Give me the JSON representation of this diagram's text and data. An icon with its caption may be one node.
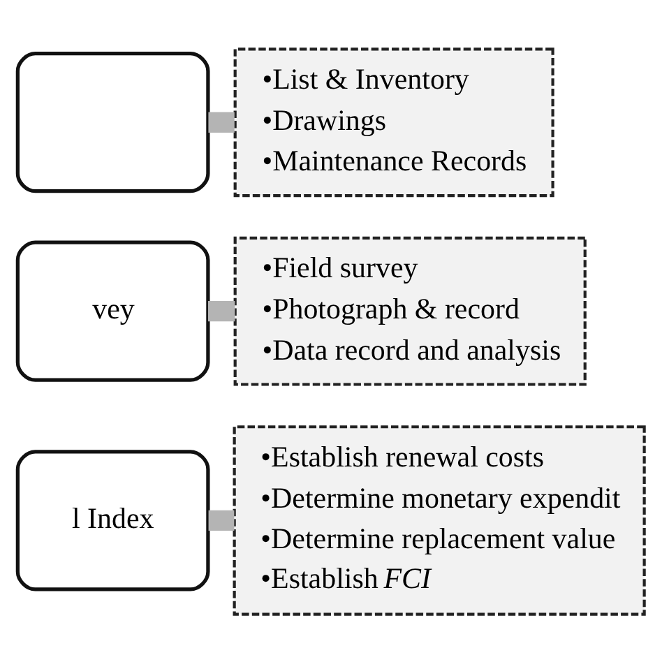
{
  "diagram": {
    "nodes": [
      {
        "text": [],
        "shape": "box"
      },
      {
        "text": [
          "vey"
        ]
      },
      {
        "text": [
          "l Index"
        ]
      },
      {
        "text": [
          "•List & Inventory",
          "•Drawings",
          "•Maintenance Records"
        ]
      },
      {
        "text": [
          "•Field survey",
          "•Photograph & record",
          "•Data record and analysis"
        ]
      },
      {
        "text": [
          "•Establish renewal costs",
          "•Determine monetary expendit",
          "•Determine replacement value",
          "•Establish *FCI*"
        ]
      }
    ],
    "edges": [
      {
        "from": 0,
        "to": 3,
        "arrow": "none"
      },
      {
        "from": 1,
        "to": 4,
        "arrow": "none"
      },
      {
        "from": 2,
        "to": 5,
        "arrow": "none"
      }
    ]
  }
}
